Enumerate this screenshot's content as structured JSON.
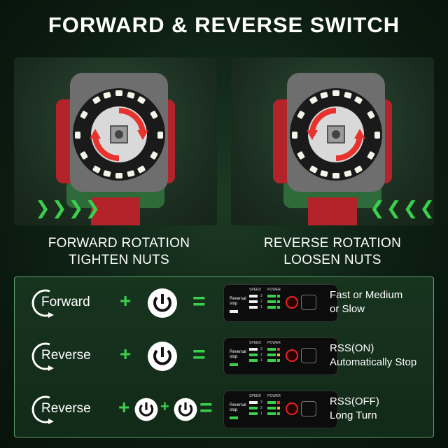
{
  "headline": "FORWARD & REVERSE SWITCH",
  "panels": [
    {
      "caption_line1": "FORWARD ROTATION",
      "caption_line2": "TIGHTEN NUTS",
      "direction": "forward"
    },
    {
      "caption_line1": "REVERSE ROTATION",
      "caption_line2": "LOOSEN NUTS",
      "direction": "reverse"
    }
  ],
  "display_labels": {
    "speed": "SPEED",
    "power": "POWER",
    "reversal": "Reversal",
    "stop": "stop"
  },
  "rows": [
    {
      "mode": "Forward",
      "result_line1": "Fast or Medium",
      "result_line2": "or Slow",
      "power_presses": 1
    },
    {
      "mode": "Reverse",
      "result_line1": "RSS(ON)",
      "result_line2": "Automatically Stop",
      "power_presses": 1
    },
    {
      "mode": "Reverse",
      "result_line1": "RSS(OFF)",
      "result_line2": "Long Turn",
      "power_presses": 2
    }
  ],
  "colors": {
    "accent": "#39d14c",
    "arrow_red": "#e8322e",
    "tool_green": "#2f6b3a"
  },
  "icons": [
    "chevron-right-icon",
    "chevron-left-icon",
    "power-icon",
    "rotation-arrow-icon"
  ]
}
